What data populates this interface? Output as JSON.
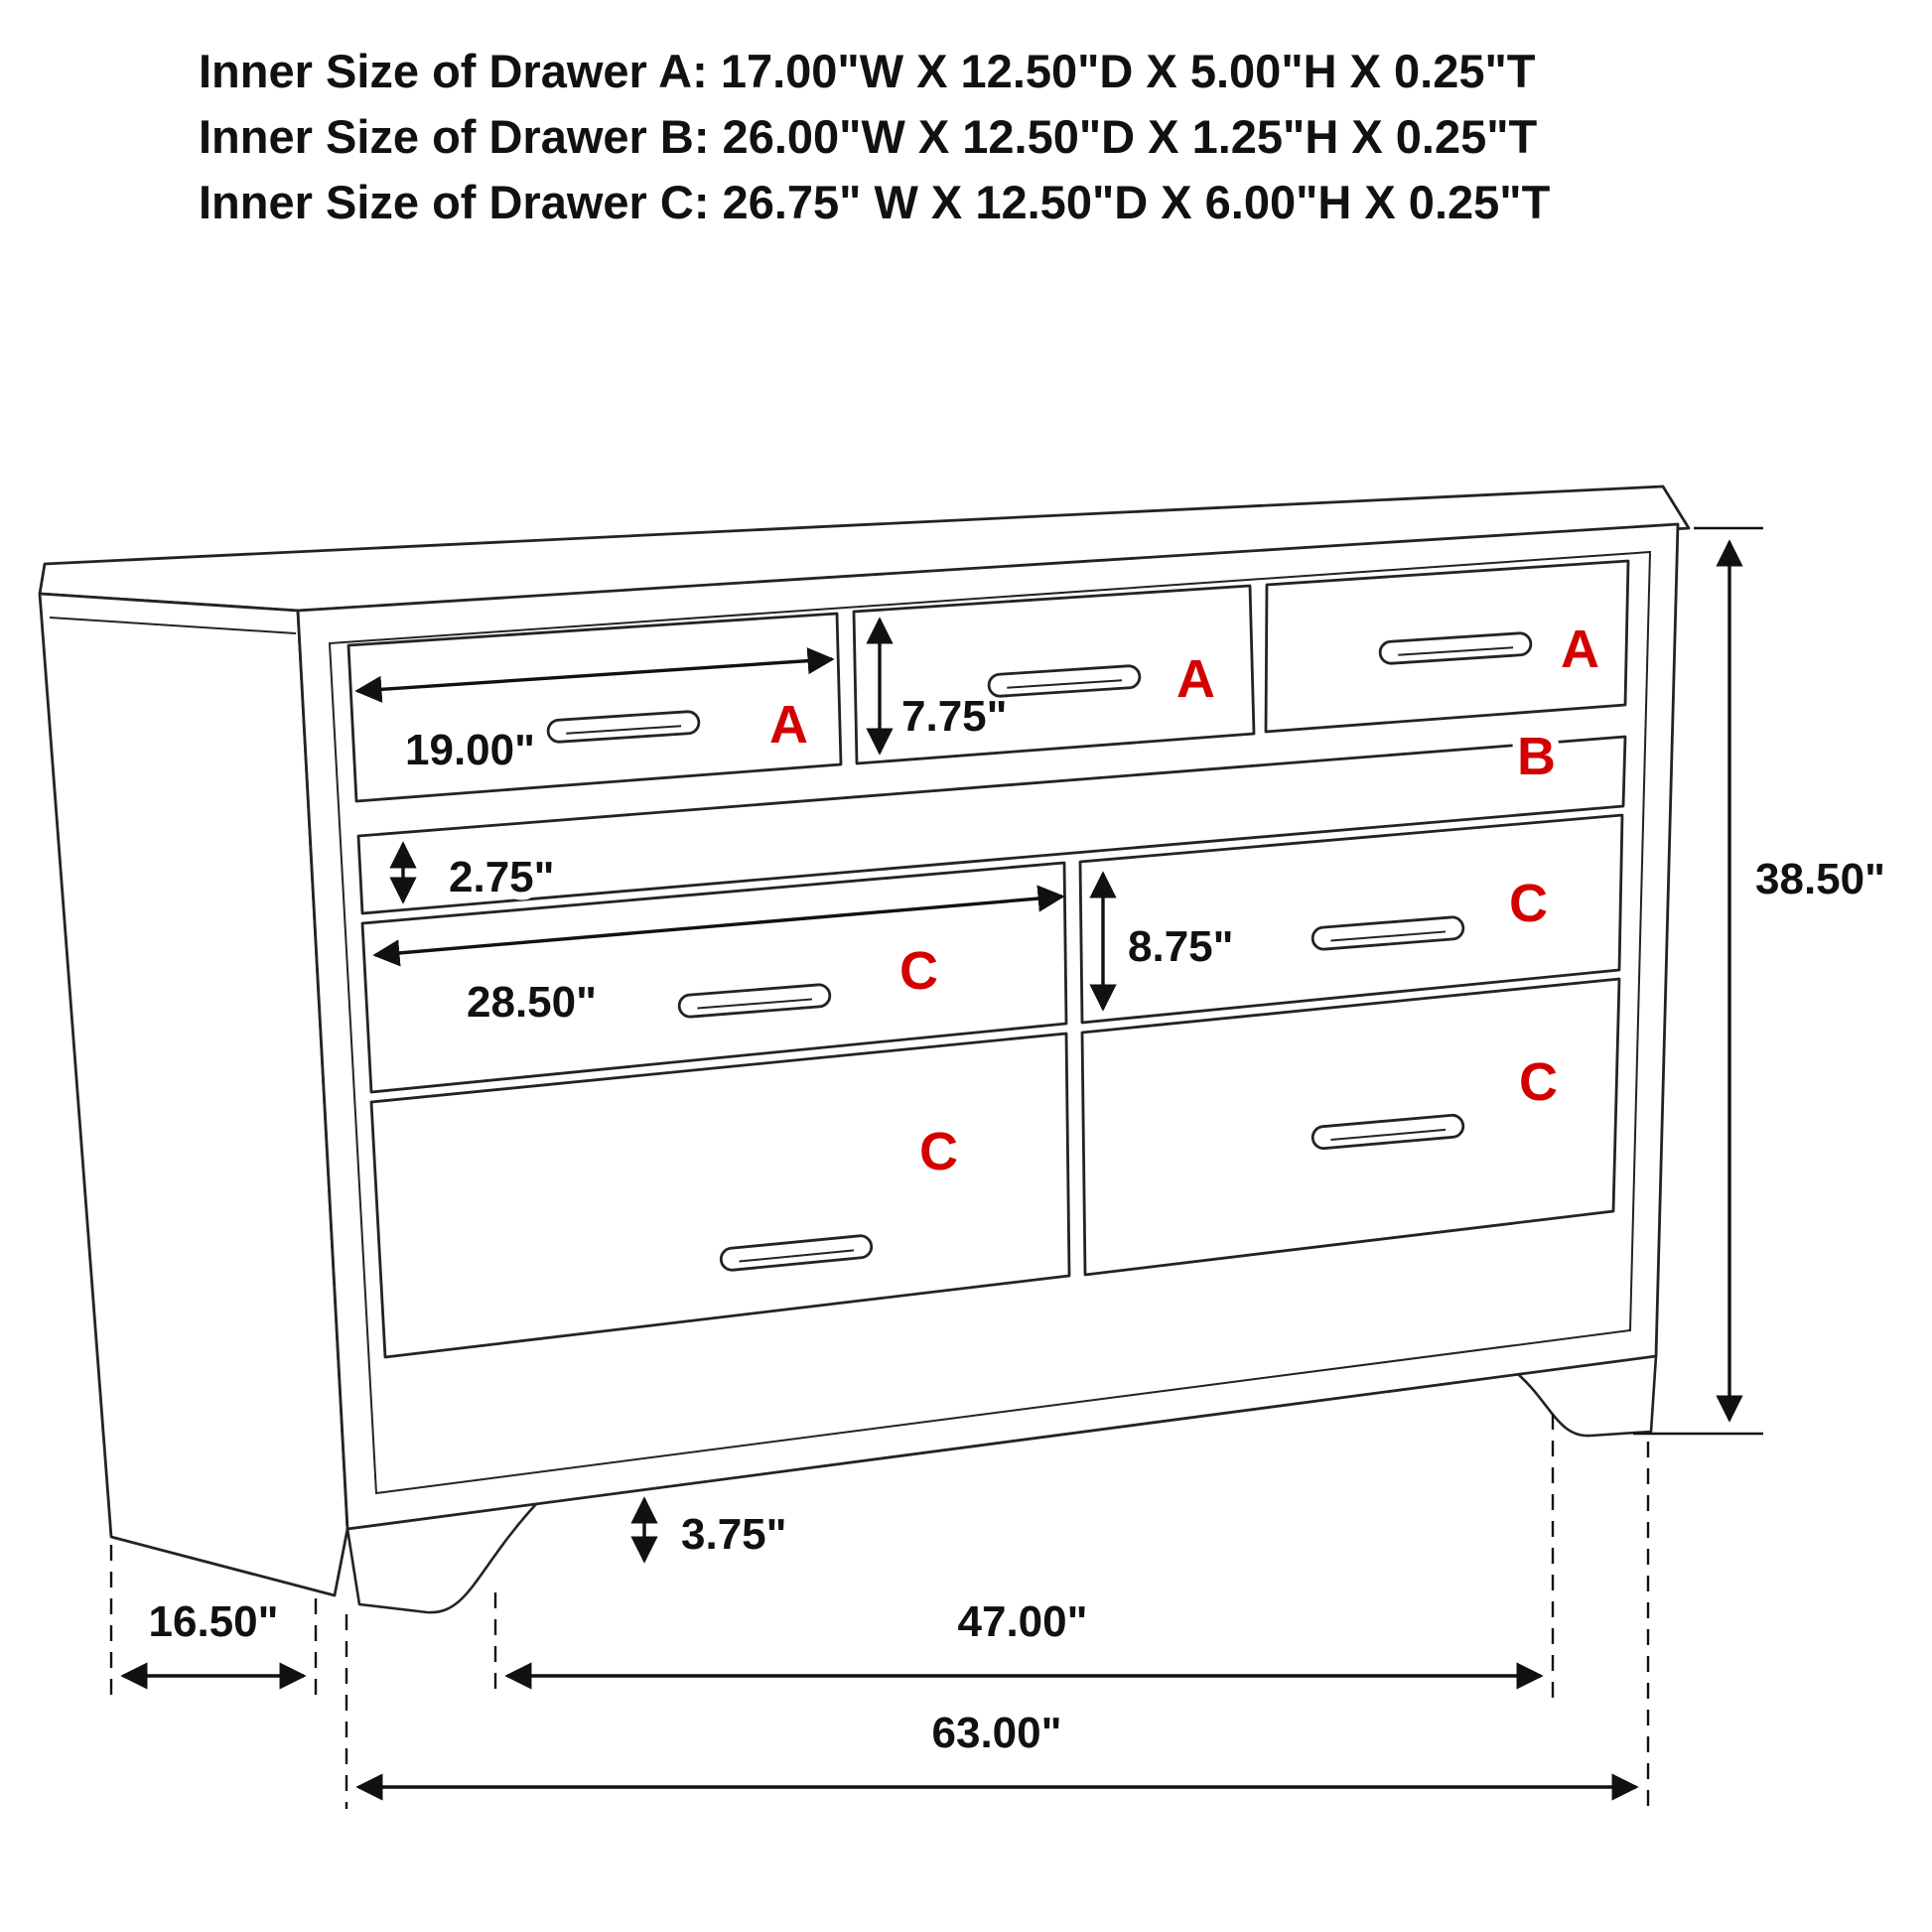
{
  "header": {
    "line1": "Inner Size of Drawer A: 17.00\"W X 12.50\"D X 5.00\"H X 0.25\"T",
    "line2": "Inner Size of Drawer B: 26.00\"W X 12.50\"D X 1.25\"H X 0.25\"T",
    "line3": "Inner Size of Drawer C: 26.75\" W X 12.50\"D X 6.00\"H X 0.25\"T"
  },
  "drawer_labels": {
    "a1": "A",
    "a2": "A",
    "a3": "A",
    "b": "B",
    "c1": "C",
    "c2": "C",
    "c3": "C",
    "c4": "C"
  },
  "dimensions": {
    "drawer_a_width": "19.00\"",
    "drawer_a_front_height": "7.75\"",
    "drawer_b_front_height": "2.75\"",
    "drawer_c_width": "28.50\"",
    "drawer_c_front_height": "8.75\"",
    "overall_height": "38.50\"",
    "foot_height": "3.75\"",
    "overall_depth": "16.50\"",
    "leg_span_width": "47.00\"",
    "overall_width": "63.00\""
  },
  "colors": {
    "line": "#232323",
    "dimension_text": "#111111",
    "drawer_label_red": "#d40000",
    "background": "#ffffff"
  }
}
